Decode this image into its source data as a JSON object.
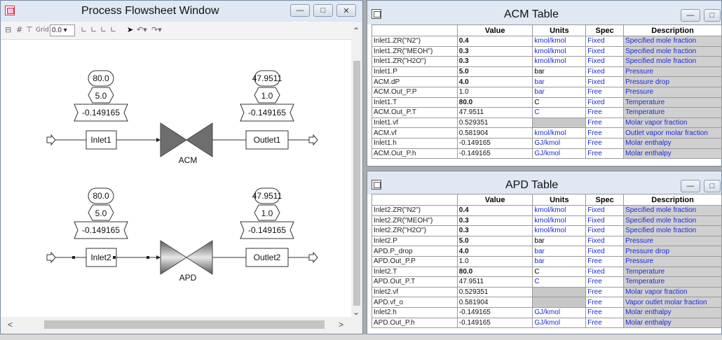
{
  "flowsheet": {
    "title": "Process Flowsheet Window",
    "toolbar": {
      "grid_label": "Grid",
      "grid_value": "0.0"
    },
    "blocks": [
      {
        "id": "acm",
        "name": "ACM",
        "inlet": {
          "name": "Inlet1",
          "temp": "80.0",
          "pressure": "5.0",
          "enthalpy": "-0.149165"
        },
        "outlet": {
          "name": "Outlet1",
          "temp": "47.9511",
          "pressure": "1.0",
          "enthalpy": "-0.149165"
        }
      },
      {
        "id": "apd",
        "name": "APD",
        "inlet": {
          "name": "Inlet2",
          "temp": "80.0",
          "pressure": "5.0",
          "enthalpy": "-0.149165"
        },
        "outlet": {
          "name": "Outlet2",
          "temp": "47.9511",
          "pressure": "1.0",
          "enthalpy": "-0.149165"
        }
      }
    ]
  },
  "acm_table": {
    "title": "ACM Table",
    "headers": [
      "",
      "Value",
      "Units",
      "Spec",
      "Description"
    ],
    "rows": [
      [
        "Inlet1.ZR(\"N2\")",
        "0.4",
        "kmol/kmol",
        "Fixed",
        "Specified mole fraction"
      ],
      [
        "Inlet1.ZR(\"MEOH\")",
        "0.3",
        "kmol/kmol",
        "Fixed",
        "Specified mole fraction"
      ],
      [
        "Inlet1.ZR(\"H2O\")",
        "0.3",
        "kmol/kmol",
        "Fixed",
        "Specified mole fraction"
      ],
      [
        "Inlet1.P",
        "5.0",
        "bar",
        "Fixed",
        "Pressure"
      ],
      [
        "ACM.dP",
        "4.0",
        "bar",
        "Fixed",
        "Pressure drop"
      ],
      [
        "ACM.Out_P.P",
        "1.0",
        "bar",
        "Free",
        "Pressure"
      ],
      [
        "Inlet1.T",
        "80.0",
        "C",
        "Fixed",
        "Temperature"
      ],
      [
        "ACM.Out_P.T",
        "47.9511",
        "C",
        "Free",
        "Temperature"
      ],
      [
        "Inlet1.vf",
        "0.529351",
        "",
        "Free",
        "Molar vapor fraction"
      ],
      [
        "ACM.vf",
        "0.581904",
        "kmol/kmol",
        "Free",
        "Outlet vapor molar fraction"
      ],
      [
        "Inlet1.h",
        "-0.149165",
        "GJ/kmol",
        "Free",
        "Molar enthalpy"
      ],
      [
        "ACM.Out_P.h",
        "-0.149165",
        "GJ/kmol",
        "Free",
        "Molar enthalpy"
      ]
    ]
  },
  "apd_table": {
    "title": "APD Table",
    "headers": [
      "",
      "Value",
      "Units",
      "Spec",
      "Description"
    ],
    "rows": [
      [
        "Inlet2.ZR(\"N2\")",
        "0.4",
        "kmol/kmol",
        "Fixed",
        "Specified mole fraction"
      ],
      [
        "Inlet2.ZR(\"MEOH\")",
        "0.3",
        "kmol/kmol",
        "Fixed",
        "Specified mole fraction"
      ],
      [
        "Inlet2.ZR(\"H2O\")",
        "0.3",
        "kmol/kmol",
        "Fixed",
        "Specified mole fraction"
      ],
      [
        "Inlet2.P",
        "5.0",
        "bar",
        "Fixed",
        "Pressure"
      ],
      [
        "APD.P_drop",
        "4.0",
        "bar",
        "Fixed",
        "Pressure drop"
      ],
      [
        "APD.Out_P.P",
        "1.0",
        "bar",
        "Free",
        "Pressure"
      ],
      [
        "Inlet2.T",
        "80.0",
        "C",
        "Fixed",
        "Temperature"
      ],
      [
        "APD.Out_P.T",
        "47.9511",
        "C",
        "Free",
        "Temperature"
      ],
      [
        "Inlet2.vf",
        "0.529351",
        "",
        "Free",
        "Molar vapor fraction"
      ],
      [
        "APD.vf_o",
        "0.581904",
        "",
        "Free",
        "Vapor outlet molar fraction"
      ],
      [
        "Inlet2.h",
        "-0.149165",
        "GJ/kmol",
        "Free",
        "Molar enthalpy"
      ],
      [
        "APD.Out_P.h",
        "-0.149165",
        "GJ/kmol",
        "Free",
        "Molar enthalpy"
      ]
    ]
  },
  "colors": {
    "accent_blue": "#1c2bd8",
    "gray_cell": "#c8c8c8",
    "title_bar": "#dfe8f3",
    "valve_dark": "#6e6e6e"
  }
}
